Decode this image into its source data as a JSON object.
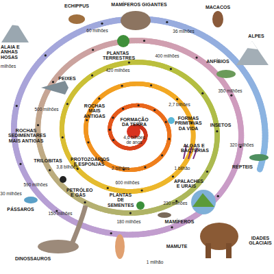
{
  "diagram": {
    "labels": [
      "ECHIPPUS",
      "MAMÍFEROS GIGANTES",
      "MACACOS",
      "60 milhões",
      "36 milhões",
      "ALAIA E ANHAS HOSAS",
      "ALPES",
      "PLANTAS TERRESTRES",
      "400 milhões",
      "milhões",
      "420 milhões",
      "ANFÍBIOS",
      "PEIXES",
      "350 milhões",
      "ROCHAS MAIS ANTIGAS",
      "2,7 bilhões",
      "500 milhões",
      "FORMAÇÃO DA TERRA",
      "4,6 bilhões de anos",
      "FORMAS PRIMITIVAS DA VIDA",
      "INSETOS",
      "ROCHAS SEDIMENTARES MAIS ANTIGAS",
      "ALGAS E BACTÉRIAS",
      "320 milhões",
      "3,8 bilhões",
      "PROTOZOÁRIOS E ESPONJAS",
      "2 bilhões",
      "TRILOBITAS",
      "RÉPTEIS",
      "1 bilhão",
      "590 milhões",
      "600 milhões",
      "APALACHES E URAIS",
      "30 milhões",
      "PETRÓLEO E GÁS",
      "PÁSSAROS",
      "230 milhões",
      "150 milhões",
      "PLANTAS DE SEMENTES",
      "MAMÍFEROS",
      "180 milhões",
      "IDADES GLACIAIS",
      "DINOSSAUROS",
      "MAMUTE",
      "1 milhão"
    ]
  }
}
